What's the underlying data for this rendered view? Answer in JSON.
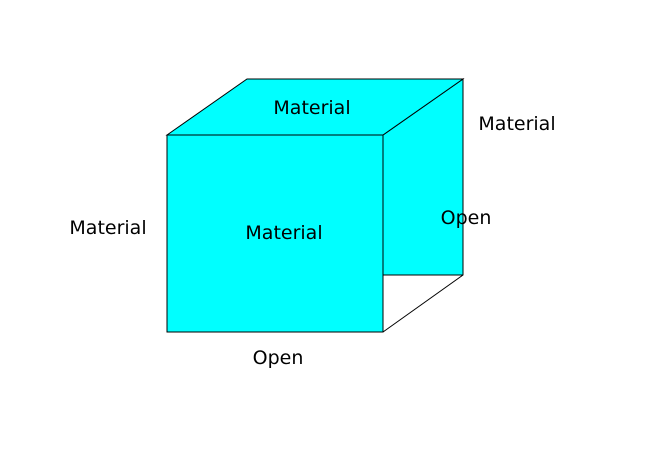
{
  "colors": {
    "face_fill": "#00ffff",
    "edge": "#000000",
    "background": "#ffffff"
  },
  "labels": {
    "top_face": "Material",
    "back_right": "Material",
    "left_side": "Material",
    "front_face": "Material",
    "right_face": "Open",
    "bottom_face": "Open"
  }
}
